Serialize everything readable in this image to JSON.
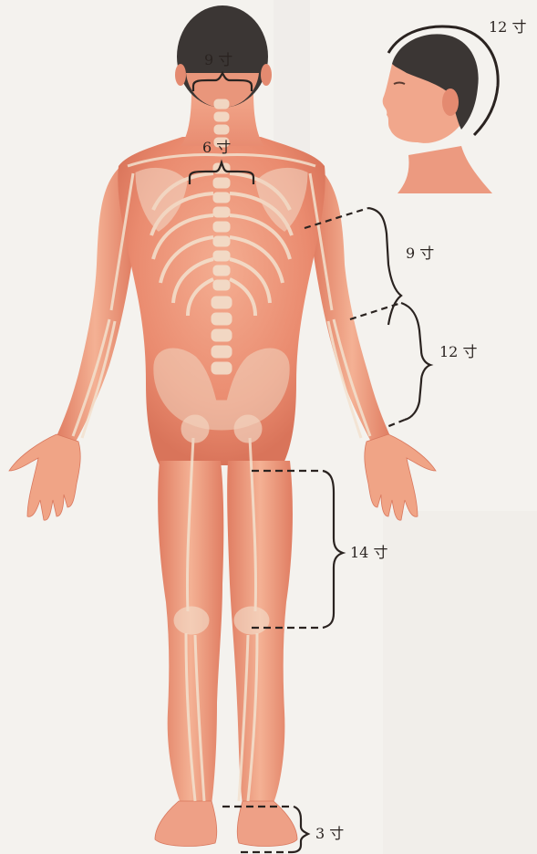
{
  "measurements": {
    "head_arc": "12 寸",
    "head_width": "9 寸",
    "shoulder_blades": "6 寸",
    "upper_arm": "9 寸",
    "forearm": "12 寸",
    "thigh": "14 寸",
    "foot": "3 寸"
  },
  "colors": {
    "background": "#f4f2ee",
    "skin": "#e98a6e",
    "skin_light": "#f6b89c",
    "bone": "#f3e2cf",
    "hair": "#3b3634",
    "line": "#2a2320"
  }
}
